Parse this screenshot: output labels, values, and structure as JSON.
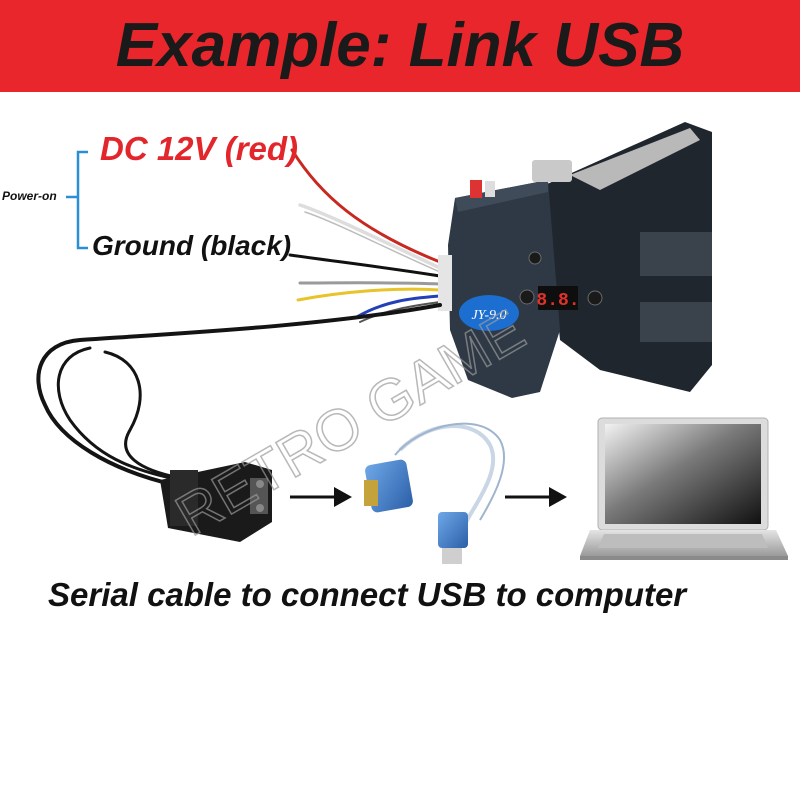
{
  "header": {
    "title": "Example: Link USB"
  },
  "labels": {
    "dc": "DC 12V (red)",
    "ground": "Ground (black)",
    "power_on": "Power-on",
    "caption": "Serial cable to connect USB to computer"
  },
  "device": {
    "model_text": "JY-9.0",
    "display_text": "8.8."
  },
  "watermark": {
    "text": "RETRO GAME"
  },
  "colors": {
    "banner": "#e8262b",
    "dc_label": "#e3262b",
    "bracket": "#2a8fd6",
    "device_body": "#2e3945"
  },
  "icons": [
    "coin-acceptor-icon",
    "db9-connector-icon",
    "serial-usb-adapter-icon",
    "laptop-icon",
    "arrow-right-icon"
  ]
}
